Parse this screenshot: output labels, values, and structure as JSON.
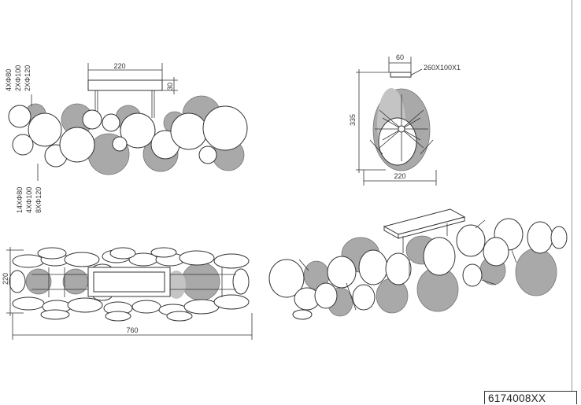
{
  "drawing": {
    "product_code": "6174008XX",
    "top_view": {
      "canopy_width": "220",
      "canopy_height": "30",
      "upper_labels": [
        "4XΦ80",
        "2XΦ100",
        "2XΦ120"
      ],
      "lower_labels": [
        "14XΦ80",
        "4XΦ100",
        "8XΦ120"
      ]
    },
    "side_view": {
      "canopy_width": "60",
      "canopy_size": "260X100X1",
      "height": "335",
      "width": "220"
    },
    "front_view": {
      "height": "220",
      "length": "760"
    }
  }
}
